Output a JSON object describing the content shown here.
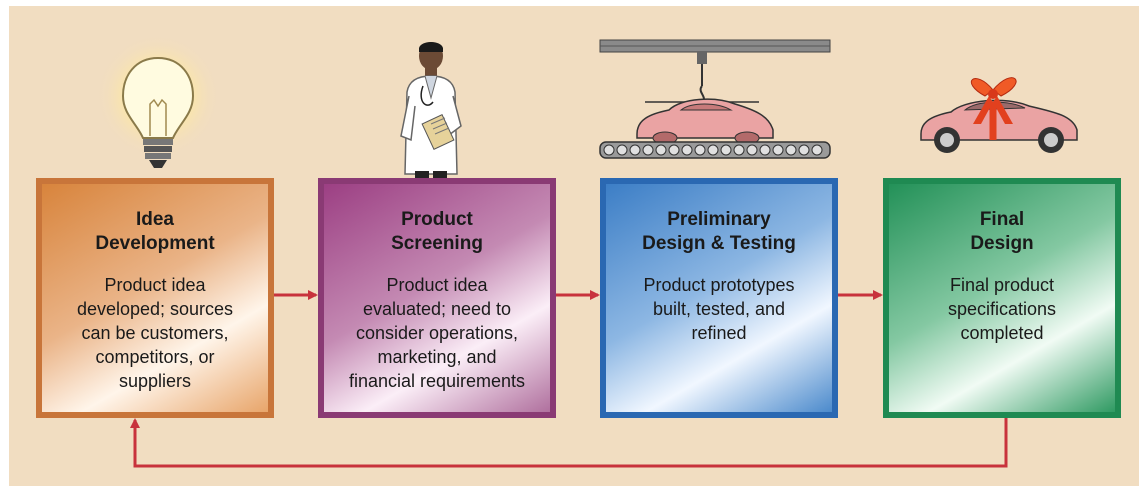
{
  "steps": [
    {
      "title": "Idea\nDevelopment",
      "desc": "Product idea\ndeveloped; sources\ncan be customers,\ncompetitors, or\nsuppliers",
      "icon": "lightbulb-icon"
    },
    {
      "title": "Product\nScreening",
      "desc": "Product idea\nevaluated; need to\nconsider operations,\nmarketing, and\nfinancial requirements",
      "icon": "doctor-icon"
    },
    {
      "title": "Preliminary\nDesign & Testing",
      "desc": "Product prototypes\nbuilt, tested, and\nrefined",
      "icon": "car-assembly-line-icon"
    },
    {
      "title": "Final\nDesign",
      "desc": "Final product\nspecifications\ncompleted",
      "icon": "gift-car-icon"
    }
  ],
  "colors": {
    "background": "#f1ddc1",
    "arrow": "#c8323c",
    "idea": "#d8843c",
    "screening": "#9c3f83",
    "preliminary": "#3c7ec6",
    "final": "#239158"
  }
}
